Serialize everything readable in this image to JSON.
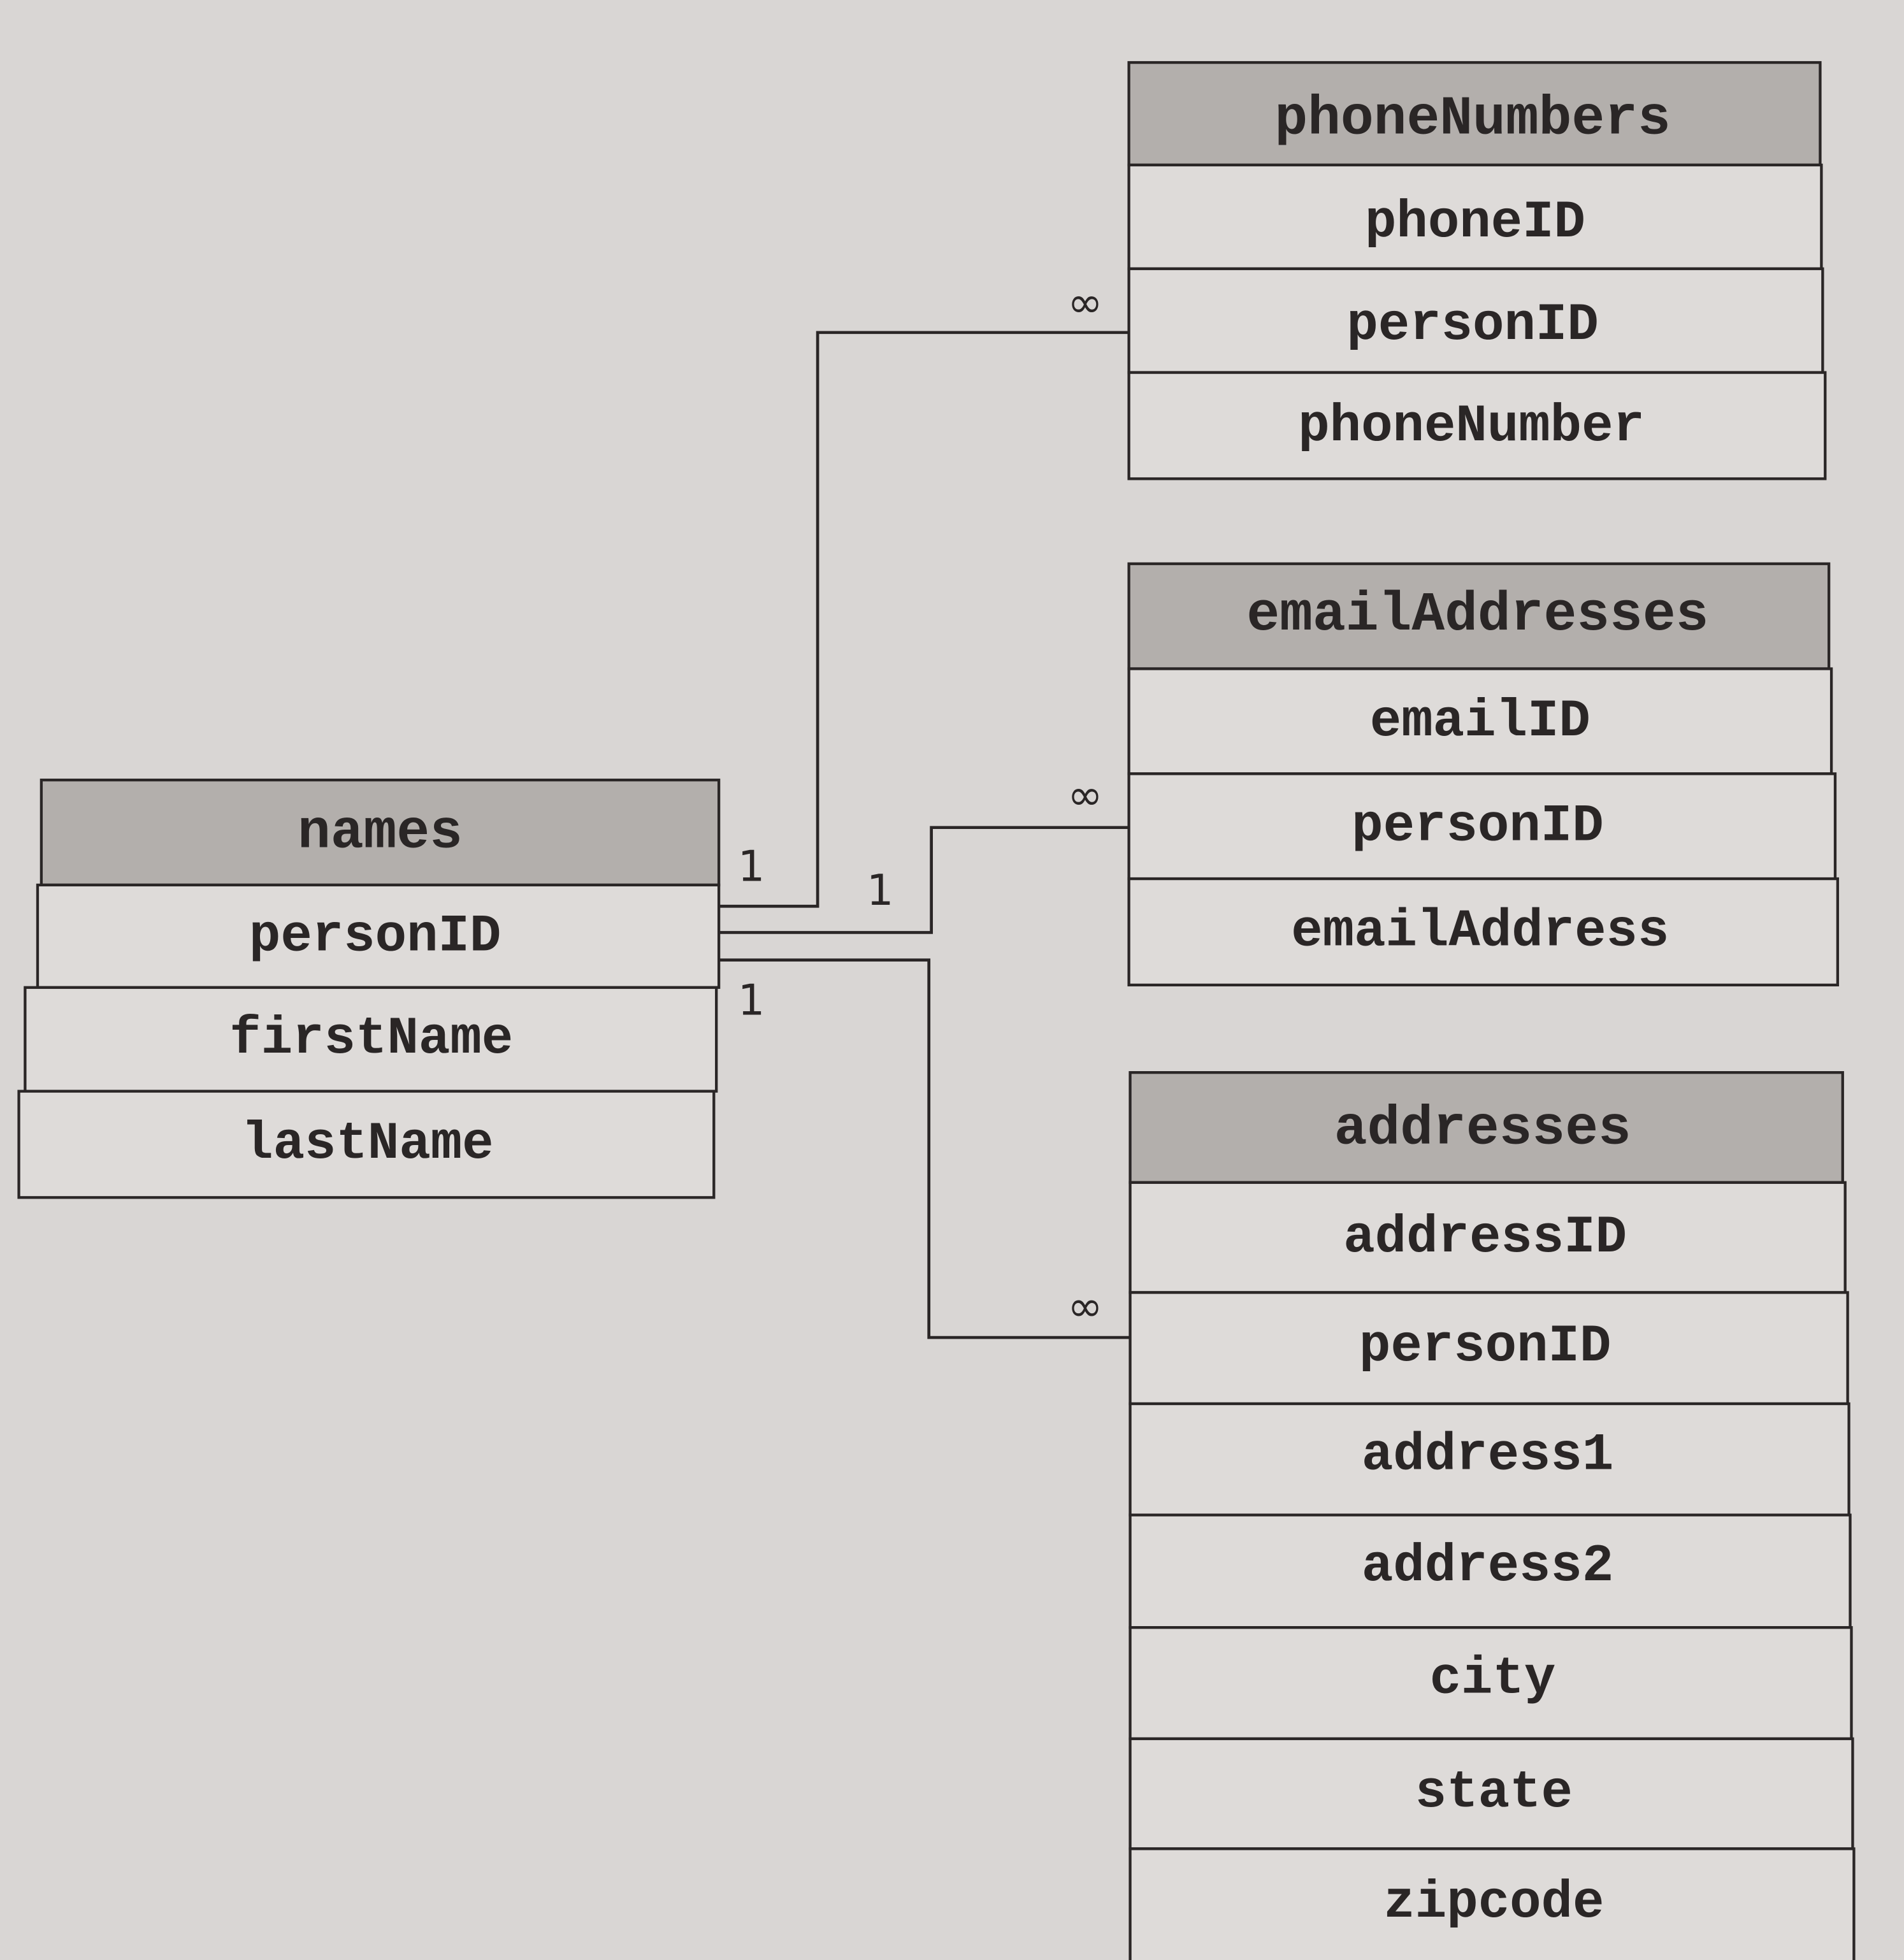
{
  "tables": {
    "names": {
      "title": "names",
      "fields": [
        "personID",
        "firstName",
        "lastName"
      ]
    },
    "phoneNumbers": {
      "title": "phoneNumbers",
      "fields": [
        "phoneID",
        "personID",
        "phoneNumber"
      ]
    },
    "emailAddresses": {
      "title": "emailAddresses",
      "fields": [
        "emailID",
        "personID",
        "emailAddress"
      ]
    },
    "addresses": {
      "title": "addresses",
      "fields": [
        "addressID",
        "personID",
        "address1",
        "address2",
        "city",
        "state",
        "zipcode"
      ]
    }
  },
  "relationships": [
    {
      "from": "names.personID",
      "to": "phoneNumbers.personID",
      "one_label": "1",
      "many_label": "∞"
    },
    {
      "from": "names.personID",
      "to": "emailAddresses.personID",
      "one_label": "1",
      "many_label": "∞"
    },
    {
      "from": "names.personID",
      "to": "addresses.personID",
      "one_label": "1",
      "many_label": "∞"
    }
  ]
}
